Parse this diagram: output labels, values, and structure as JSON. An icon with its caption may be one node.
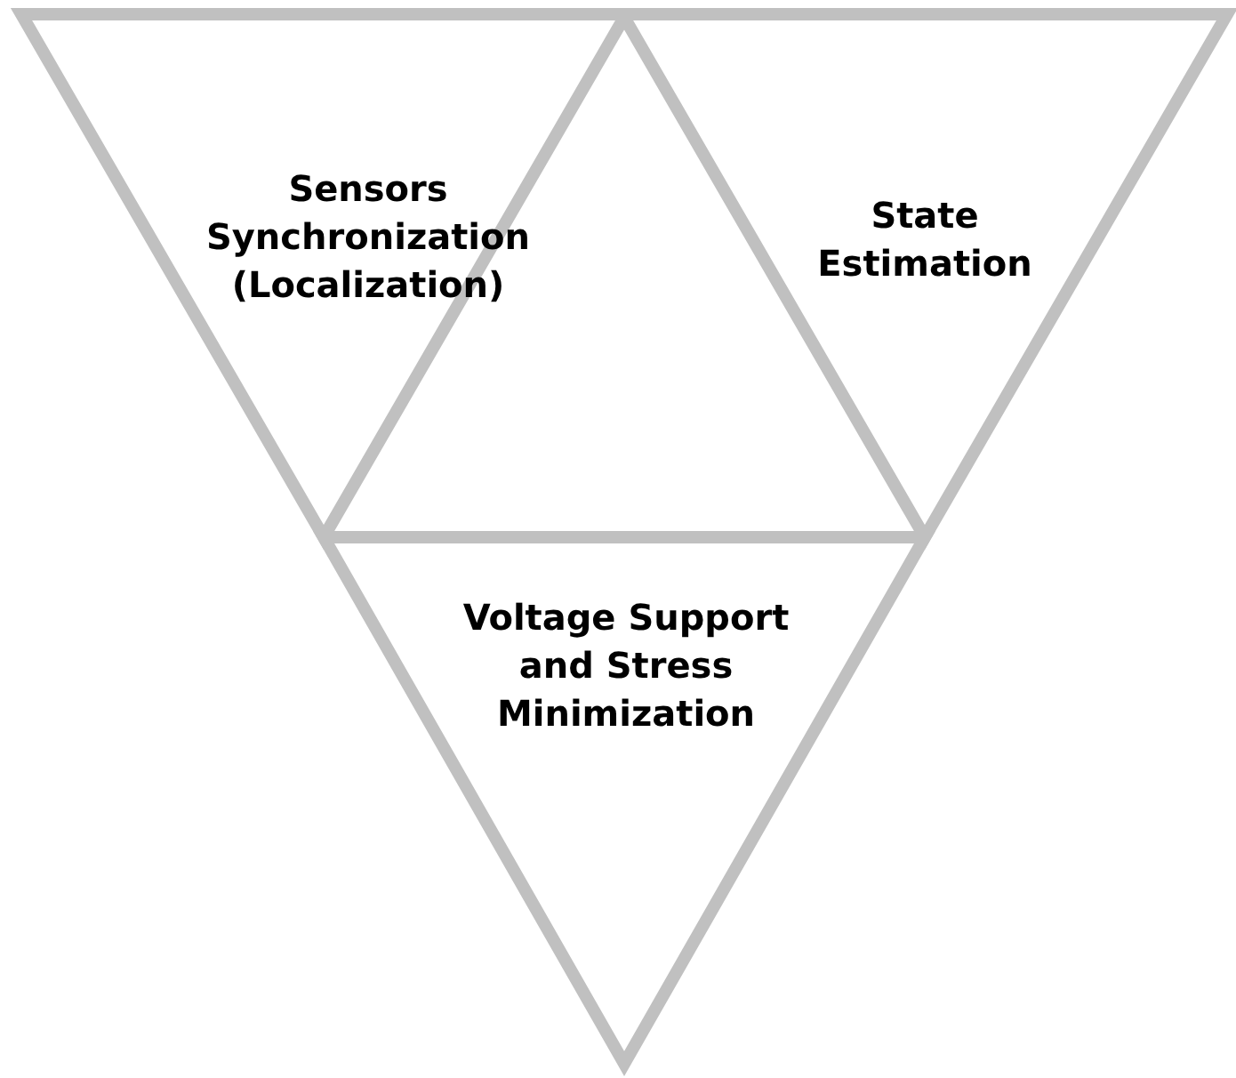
{
  "diagram": {
    "nodes": [
      {
        "text": [
          "Sensors Synchronization (Localization)"
        ]
      },
      {
        "text": [
          "State Estimation"
        ]
      },
      {
        "text": [
          "Voltage Support and Stress Minimization"
        ]
      }
    ]
  }
}
